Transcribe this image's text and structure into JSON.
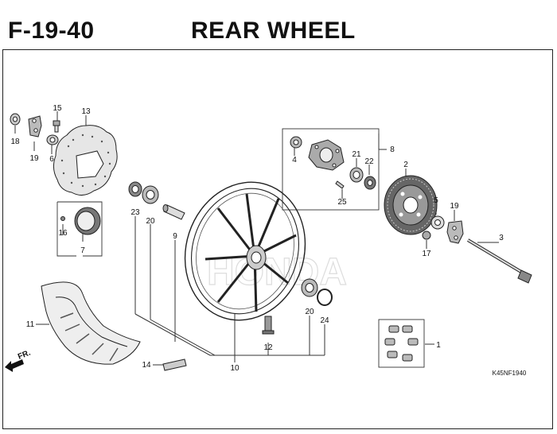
{
  "header": {
    "figure_number": "F-19-40",
    "title": "REAR WHEEL"
  },
  "diagram_code": "K45NF1940",
  "direction_label": "FR.",
  "watermark": "HONDA",
  "callouts": {
    "c1": "1",
    "c2": "2",
    "c3": "3",
    "c4": "4",
    "c5": "5",
    "c6": "6",
    "c7": "7",
    "c8": "8",
    "c9": "9",
    "c10": "10",
    "c11": "11",
    "c12": "12",
    "c13": "13",
    "c14": "14",
    "c15": "15",
    "c16": "16",
    "c17": "17",
    "c18": "18",
    "c19a": "19",
    "c19b": "19",
    "c20a": "20",
    "c20b": "20",
    "c21": "21",
    "c22": "22",
    "c23": "23",
    "c24": "24",
    "c25": "25"
  }
}
